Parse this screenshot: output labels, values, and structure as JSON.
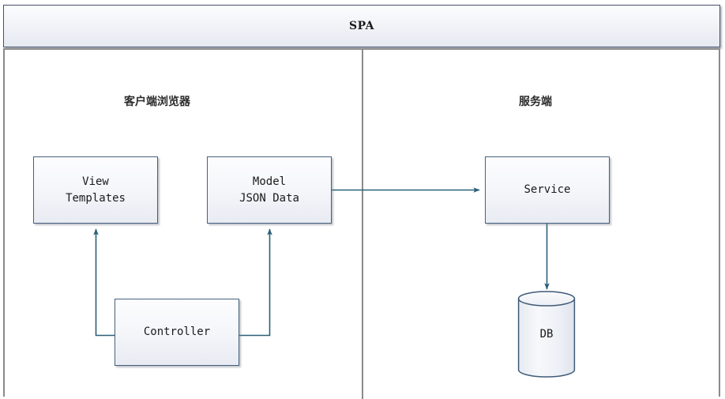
{
  "diagram": {
    "title": "SPA",
    "type": "architecture-block-diagram",
    "zones": [
      {
        "id": "client",
        "label": "客户端浏览器"
      },
      {
        "id": "server",
        "label": "服务端"
      }
    ],
    "nodes": [
      {
        "id": "view",
        "shape": "rectangle",
        "line1": "View",
        "line2": "Templates"
      },
      {
        "id": "model",
        "shape": "rectangle",
        "line1": "Model",
        "line2": "JSON Data"
      },
      {
        "id": "service",
        "shape": "rectangle",
        "line1": "Service",
        "line2": ""
      },
      {
        "id": "controller",
        "shape": "rectangle",
        "line1": "Controller",
        "line2": ""
      },
      {
        "id": "db",
        "shape": "cylinder",
        "line1": "DB",
        "line2": ""
      }
    ],
    "edges": [
      {
        "from": "model",
        "to": "service",
        "direction": "right",
        "style": "solid"
      },
      {
        "from": "service",
        "to": "db",
        "direction": "down",
        "style": "solid"
      },
      {
        "from": "controller",
        "to": "view",
        "direction": "up",
        "style": "elbow-left"
      },
      {
        "from": "controller",
        "to": "model",
        "direction": "up",
        "style": "elbow-right"
      }
    ],
    "colors": {
      "header_border": "#45506b",
      "frame_border": "#8a8a8a",
      "node_border": "#46617f",
      "connector": "#2a6076",
      "text": "#1a1a1a",
      "cylinder_fill": "#eef1f6"
    }
  }
}
